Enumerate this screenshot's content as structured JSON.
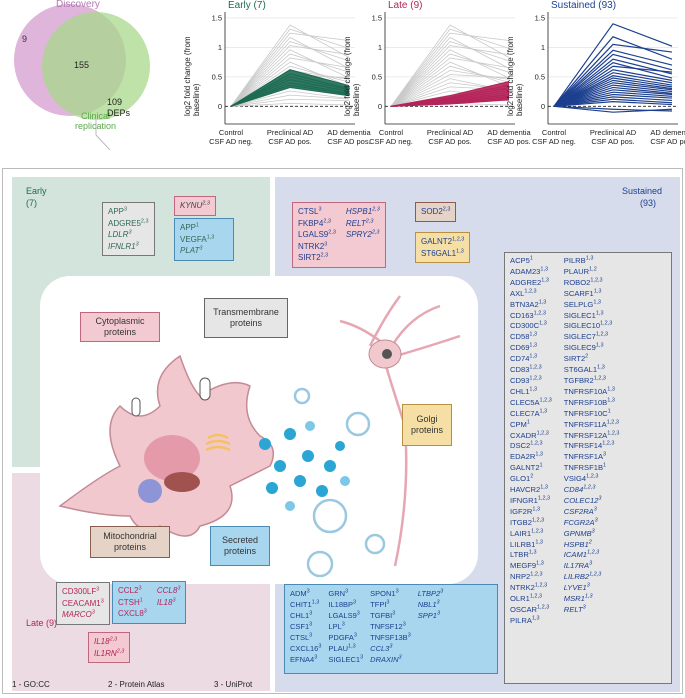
{
  "venn": {
    "discovery_label": "Discovery",
    "discovery_only": "9",
    "overlap": "155",
    "clinical_label": "Clinical\nreplication",
    "clinical_only": "109",
    "deps_label": "DEPs"
  },
  "chart_data": [
    {
      "type": "line",
      "title": "Early (7)",
      "ylabel": "log2 fold change (from baseline)",
      "categories": [
        "Control CSF AD neg.",
        "Preclinical AD CSF AD pos.",
        "AD dementia CSF AD pos."
      ],
      "yticks": [
        0,
        0.5,
        1.0,
        1.5
      ],
      "ylim": [
        -0.3,
        1.6
      ],
      "highlight_color": "#1e6b53",
      "background_count": 20,
      "series": [
        {
          "values": [
            0,
            0.62,
            0.35
          ]
        },
        {
          "values": [
            0,
            0.55,
            0.3
          ]
        },
        {
          "values": [
            0,
            0.5,
            0.28
          ]
        },
        {
          "values": [
            0,
            0.45,
            0.25
          ]
        },
        {
          "values": [
            0,
            0.4,
            0.22
          ]
        },
        {
          "values": [
            0,
            0.36,
            0.2
          ]
        },
        {
          "values": [
            0,
            0.32,
            0.18
          ]
        }
      ]
    },
    {
      "type": "line",
      "title": "Late (9)",
      "ylabel": "log2 fold change (from baseline)",
      "categories": [
        "Control CSF AD neg.",
        "Preclinical AD CSF AD pos.",
        "AD dementia CSF AD pos."
      ],
      "yticks": [
        0,
        0.5,
        1.0,
        1.5
      ],
      "ylim": [
        -0.3,
        1.6
      ],
      "highlight_color": "#b5245a",
      "background_count": 20,
      "series": [
        {
          "values": [
            0,
            0.18,
            0.42
          ]
        },
        {
          "values": [
            0,
            0.15,
            0.36
          ]
        },
        {
          "values": [
            0,
            0.13,
            0.32
          ]
        },
        {
          "values": [
            0,
            0.11,
            0.28
          ]
        },
        {
          "values": [
            0,
            0.09,
            0.24
          ]
        },
        {
          "values": [
            0,
            0.08,
            0.2
          ]
        },
        {
          "values": [
            0,
            0.06,
            0.17
          ]
        },
        {
          "values": [
            0,
            0.05,
            0.14
          ]
        },
        {
          "values": [
            0,
            0.04,
            0.11
          ]
        }
      ]
    },
    {
      "type": "line",
      "title": "Sustained (93)",
      "ylabel": "log2 fold change (from baseline)",
      "categories": [
        "Control CSF AD neg.",
        "Preclinical AD CSF AD pos.",
        "AD dementia CSF AD pos."
      ],
      "yticks": [
        0,
        0.5,
        1.0,
        1.5
      ],
      "ylim": [
        -0.3,
        1.6
      ],
      "highlight_color": "#1c3f8f",
      "background_count": 0,
      "series": [
        {
          "values": [
            0,
            1.4,
            1.02
          ]
        },
        {
          "values": [
            0,
            1.18,
            0.8
          ]
        },
        {
          "values": [
            0,
            1.05,
            0.92
          ]
        },
        {
          "values": [
            0,
            0.95,
            0.7
          ]
        },
        {
          "values": [
            0,
            0.88,
            0.62
          ]
        },
        {
          "values": [
            0,
            0.8,
            0.55
          ]
        },
        {
          "values": [
            0,
            0.74,
            0.48
          ]
        },
        {
          "values": [
            0,
            0.68,
            0.58
          ]
        },
        {
          "values": [
            0,
            0.62,
            0.44
          ]
        },
        {
          "values": [
            0,
            0.57,
            0.4
          ]
        },
        {
          "values": [
            0,
            0.52,
            0.36
          ]
        },
        {
          "values": [
            0,
            0.48,
            0.33
          ]
        },
        {
          "values": [
            0,
            0.44,
            0.3
          ]
        },
        {
          "values": [
            0,
            0.4,
            0.28
          ]
        },
        {
          "values": [
            0,
            0.36,
            0.25
          ]
        },
        {
          "values": [
            0,
            0.32,
            0.22
          ]
        },
        {
          "values": [
            0,
            0.28,
            0.2
          ]
        },
        {
          "values": [
            0,
            0.24,
            0.17
          ]
        },
        {
          "values": [
            0,
            0.2,
            0.14
          ]
        },
        {
          "values": [
            0,
            0.16,
            0.1
          ]
        },
        {
          "values": [
            0,
            0.12,
            0.06
          ]
        },
        {
          "values": [
            0,
            0.08,
            0.03
          ]
        },
        {
          "values": [
            0,
            -0.05,
            -0.08
          ]
        },
        {
          "values": [
            0,
            -0.1,
            -0.05
          ]
        }
      ]
    }
  ],
  "regions": {
    "early_title": "Early",
    "early_count": "(7)",
    "late_title": "Late (9)",
    "sustained_title": "Sustained",
    "sustained_count": "(93)"
  },
  "compartments": {
    "cytoplasmic": "Cytoplasmic\nproteins",
    "transmembrane": "Transmembrane\nproteins",
    "golgi": "Golgi\nproteins",
    "mitochondrial": "Mitochondrial\nproteins",
    "secreted": "Secreted\nproteins"
  },
  "footer": {
    "note1": "1 - GO:CC",
    "note2": "2 - Protein Atlas",
    "note3": "3 - UniProt"
  }
}
